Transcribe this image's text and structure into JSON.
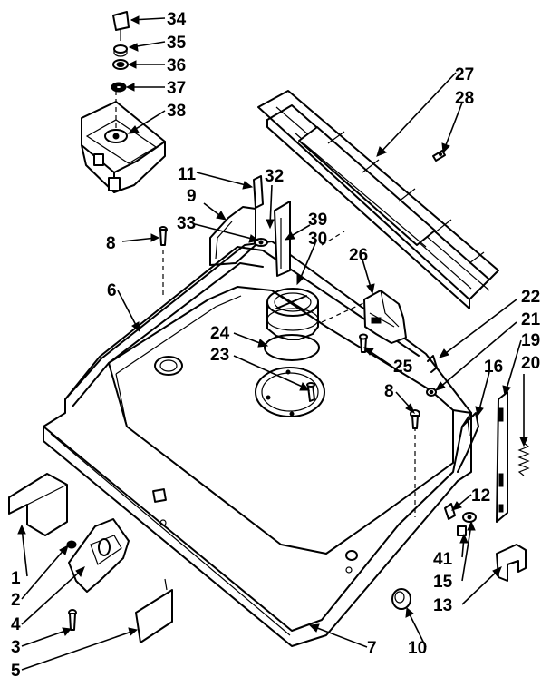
{
  "callouts": [
    {
      "id": "c34",
      "text": "34"
    },
    {
      "id": "c35",
      "text": "35"
    },
    {
      "id": "c36",
      "text": "36"
    },
    {
      "id": "c37",
      "text": "37"
    },
    {
      "id": "c38",
      "text": "38"
    },
    {
      "id": "c27",
      "text": "27"
    },
    {
      "id": "c28",
      "text": "28"
    },
    {
      "id": "c11",
      "text": "11"
    },
    {
      "id": "c32",
      "text": "32"
    },
    {
      "id": "c9",
      "text": "9"
    },
    {
      "id": "c33",
      "text": "33"
    },
    {
      "id": "c39",
      "text": "39"
    },
    {
      "id": "c30",
      "text": "30"
    },
    {
      "id": "c8a",
      "text": "8"
    },
    {
      "id": "c26",
      "text": "26"
    },
    {
      "id": "c6",
      "text": "6"
    },
    {
      "id": "c22",
      "text": "22"
    },
    {
      "id": "c21",
      "text": "21"
    },
    {
      "id": "c19",
      "text": "19"
    },
    {
      "id": "c20",
      "text": "20"
    },
    {
      "id": "c24",
      "text": "24"
    },
    {
      "id": "c23",
      "text": "23"
    },
    {
      "id": "c25",
      "text": "25"
    },
    {
      "id": "c8b",
      "text": "8"
    },
    {
      "id": "c16",
      "text": "16"
    },
    {
      "id": "c12",
      "text": "12"
    },
    {
      "id": "c1",
      "text": "1"
    },
    {
      "id": "c2",
      "text": "2"
    },
    {
      "id": "c4",
      "text": "4"
    },
    {
      "id": "c3",
      "text": "3"
    },
    {
      "id": "c5",
      "text": "5"
    },
    {
      "id": "c41",
      "text": "41"
    },
    {
      "id": "c15",
      "text": "15"
    },
    {
      "id": "c13",
      "text": "13"
    },
    {
      "id": "c7",
      "text": "7"
    },
    {
      "id": "c10",
      "text": "10"
    }
  ]
}
